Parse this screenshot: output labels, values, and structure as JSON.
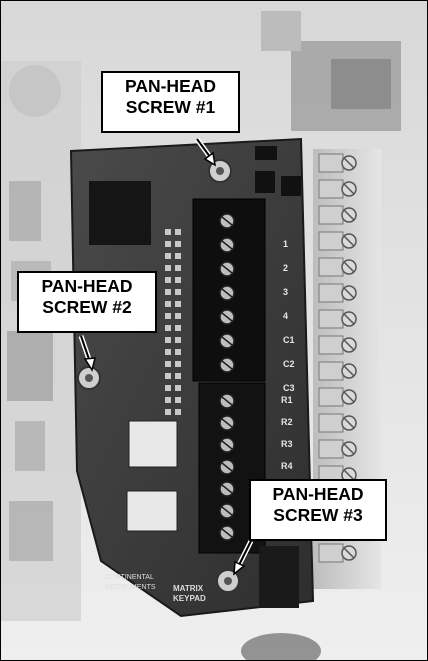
{
  "photo": {
    "description_icon": "circuit-board-photo"
  },
  "callouts": [
    {
      "line1": "PAN-HEAD",
      "line2": "SCREW #1"
    },
    {
      "line1": "PAN-HEAD",
      "line2": "SCREW #2"
    },
    {
      "line1": "PAN-HEAD",
      "line2": "SCREW #3"
    }
  ],
  "board_labels": {
    "matrix": "MATRIX",
    "keypad": "KEYPAD",
    "continental": "CONTINENTAL",
    "instruments": "INSTRUMENTS",
    "terminals_upper": [
      "1",
      "2",
      "3",
      "4",
      "C1",
      "C2",
      "C3"
    ],
    "terminals_lower": [
      "R1",
      "R2",
      "R3",
      "R4"
    ]
  },
  "colors": {
    "board": "#3a3a3a",
    "terminal": "#111111",
    "callout_border": "#000000"
  }
}
